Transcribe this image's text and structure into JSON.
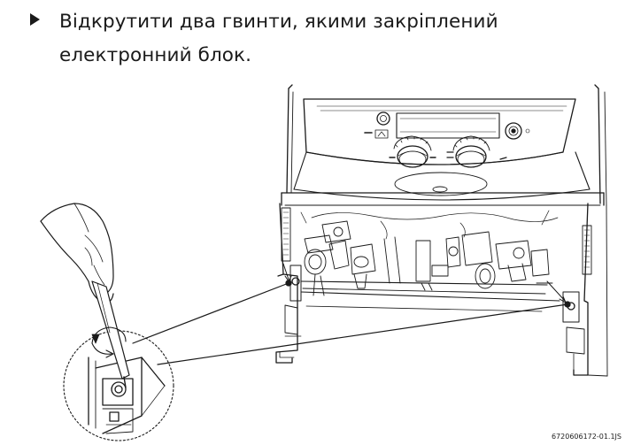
{
  "instruction": {
    "lines": [
      "Відкрутити два гвинти, якими закріплений",
      "електронний блок."
    ]
  },
  "figure": {
    "code": "6720606172-01.1JS",
    "icons": [
      "hand-icon",
      "screwdriver-icon",
      "boiler-illustration",
      "rotation-arrow-icon"
    ]
  }
}
